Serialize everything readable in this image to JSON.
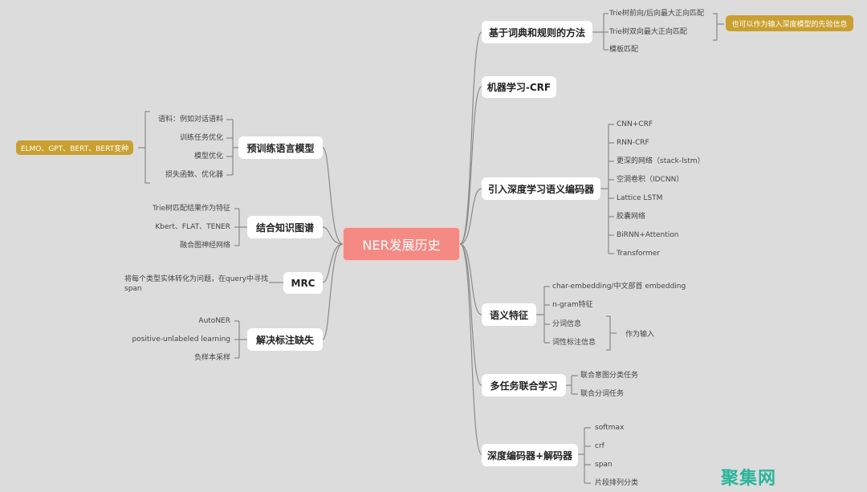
{
  "center": {
    "label": "NER发展历史",
    "color": "#f58a84"
  },
  "right": [
    {
      "label": "基于词典和规则的方法",
      "children": [
        "Trie树前向/后向最大正向匹配",
        "Trie树双向最大正向匹配",
        "模板匹配"
      ],
      "note": "也可以作为输入深度模型的先验信息"
    },
    {
      "label": "机器学习-CRF",
      "children": []
    },
    {
      "label": "引入深度学习语义编码器",
      "children": [
        "CNN+CRF",
        "RNN-CRF",
        "更深的网络（stack-lstm）",
        "空洞卷积（IDCNN）",
        "Lattice LSTM",
        "胶囊网络",
        "BiRNN+Attention",
        "Transformer"
      ]
    },
    {
      "label": "语义特征",
      "children": [
        "char-embedding/中文部首 embedding",
        "n-gram特征",
        "分词信息",
        "词性标注信息"
      ],
      "note": "作为输入"
    },
    {
      "label": "多任务联合学习",
      "children": [
        "联合意图分类任务",
        "联合分词任务"
      ]
    },
    {
      "label": "深度编码器+解码器",
      "children": [
        "softmax",
        "crf",
        "span",
        "片段排列分类"
      ]
    }
  ],
  "left": [
    {
      "label": "预训练语言模型",
      "children": [
        "语料：例如对话语料",
        "训练任务优化",
        "模型优化",
        "损失函数、优化器"
      ],
      "note": "ELMO、GPT、BERT、BERT变种"
    },
    {
      "label": "结合知识图谱",
      "children": [
        "Trie树匹配结果作为特征",
        "Kbert、FLAT、TENER",
        "融合图神经网络"
      ]
    },
    {
      "label": "MRC",
      "children": [
        "将每个类型实体转化为问题，在query中寻找span"
      ]
    },
    {
      "label": "解决标注缺失",
      "children": [
        "AutoNER",
        "positive-unlabeled learning",
        "负样本采样"
      ]
    }
  ],
  "watermark": "聚集网",
  "colors": {
    "background": "#dcdcdc",
    "accent_gold": "#c9a030",
    "watermark": "#2ab59a"
  }
}
